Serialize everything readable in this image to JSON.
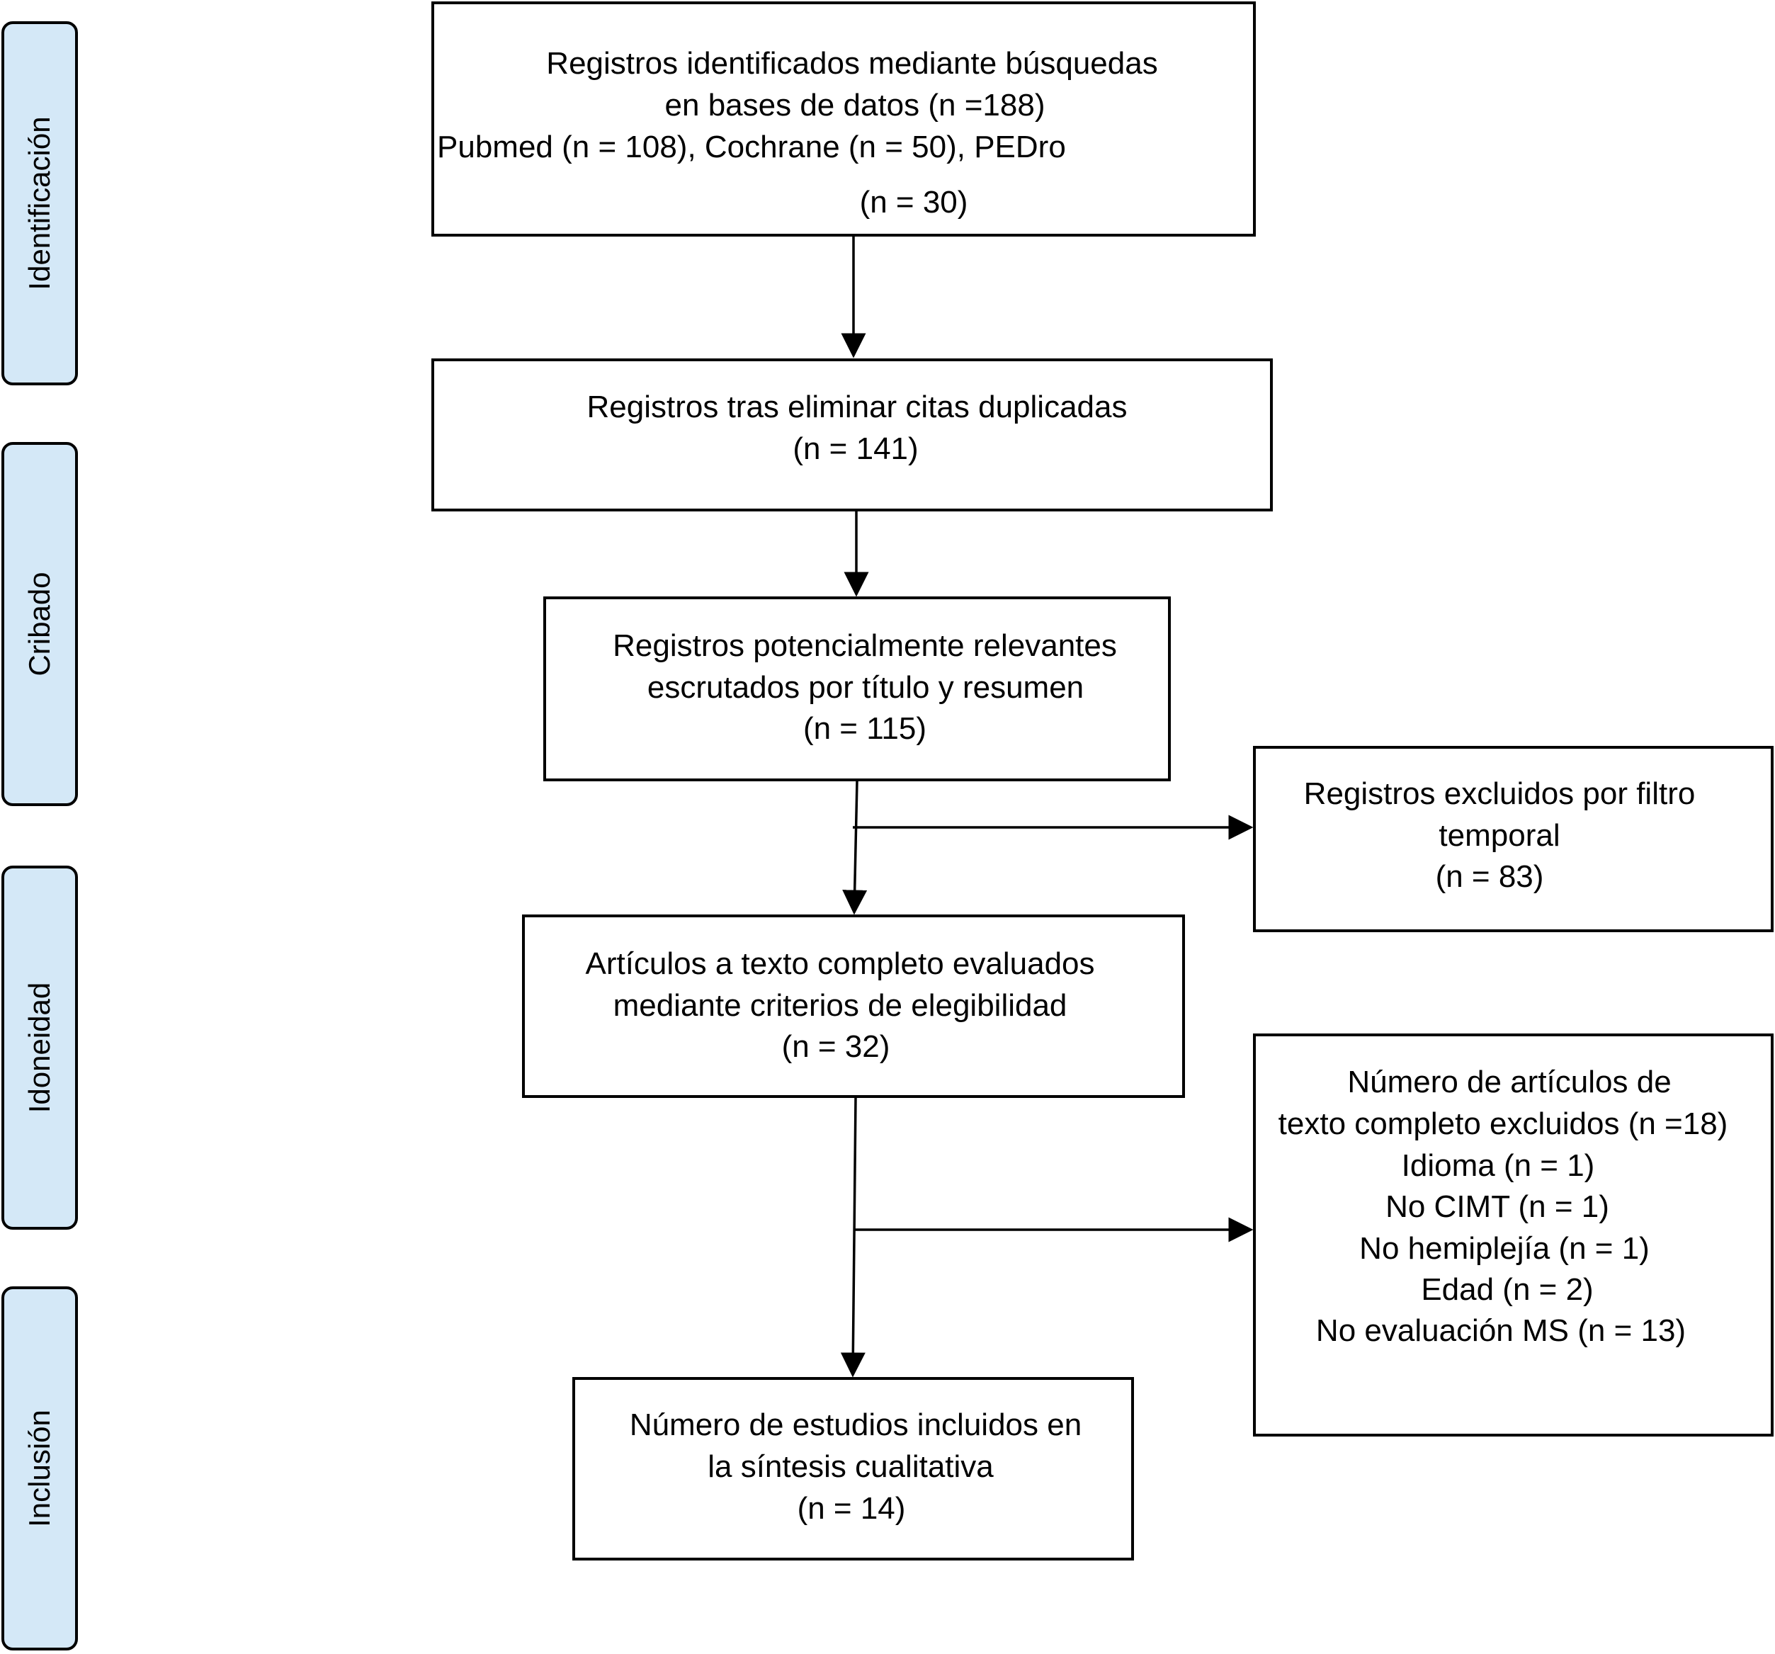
{
  "phases": [
    {
      "label": "Identificación"
    },
    {
      "label": "Cribado"
    },
    {
      "label": "Idoneidad"
    },
    {
      "label": "Inclusión"
    }
  ],
  "boxes": {
    "identified": {
      "lines": [
        "Registros identificados mediante búsquedas",
        "en bases de datos (n =188)",
        "Pubmed (n = 108), Cochrane (n = 50), PEDro",
        "(n = 30)"
      ]
    },
    "deduplicated": {
      "lines": [
        "Registros tras eliminar citas duplicadas",
        "(n = 141)"
      ]
    },
    "screened": {
      "lines": [
        "Registros potencialmente relevantes",
        "escrutados por título y resumen",
        "(n = 115)"
      ]
    },
    "excluded_temporal": {
      "lines": [
        "Registros excluidos por filtro",
        "temporal",
        "(n = 83)"
      ]
    },
    "fulltext": {
      "lines": [
        "Artículos a texto completo evaluados",
        "mediante criterios de elegibilidad",
        "(n = 32)"
      ]
    },
    "excluded_fulltext": {
      "lines": [
        "Número de artículos de",
        "texto completo excluidos (n =18)",
        "Idioma (n = 1)",
        "No CIMT (n = 1)",
        "No hemiplejía (n = 1)",
        "Edad (n = 2)",
        "No evaluación MS (n = 13)"
      ]
    },
    "included": {
      "lines": [
        "Número de estudios incluidos en",
        "la síntesis cualitativa",
        "(n = 14)"
      ]
    }
  }
}
